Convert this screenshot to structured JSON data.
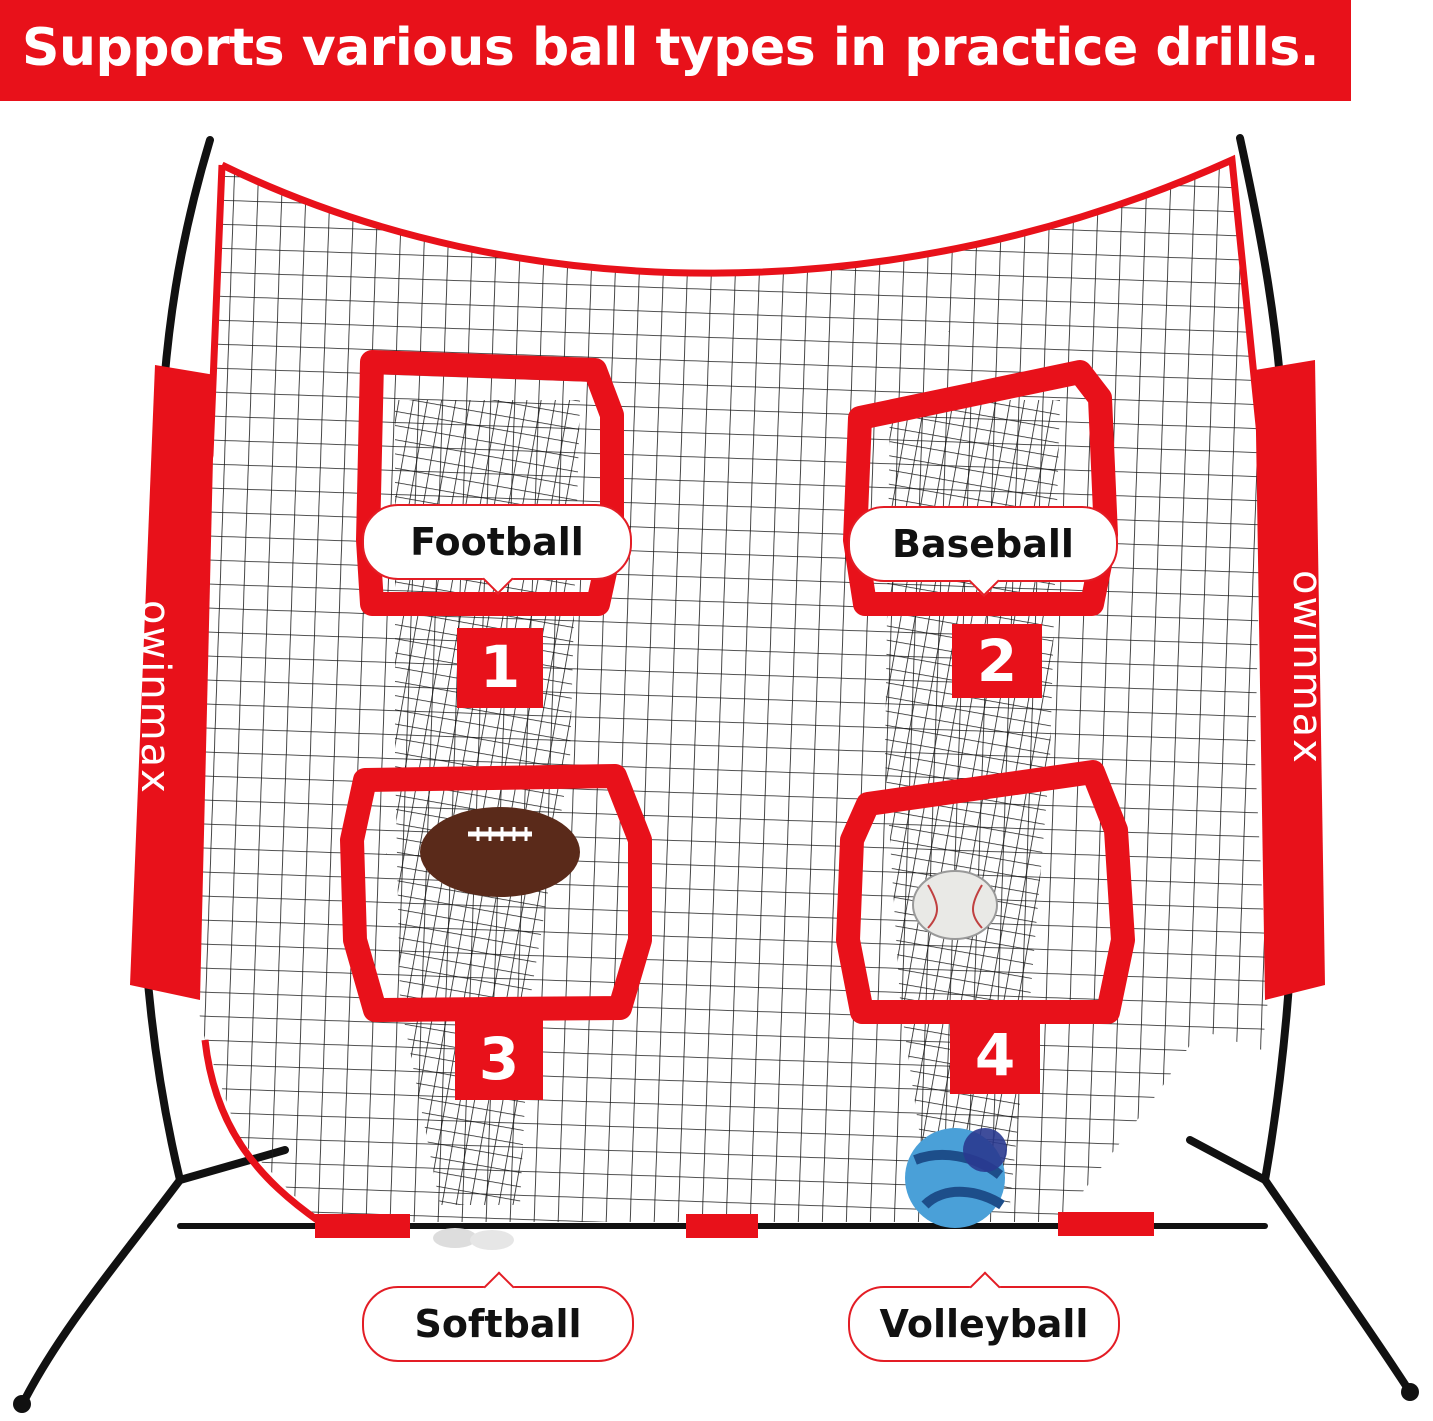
{
  "headline": "Supports various ball types in practice drills.",
  "brand": "owinmax",
  "targets": [
    {
      "number": "1",
      "ball_label": "Football"
    },
    {
      "number": "2",
      "ball_label": "Baseball"
    },
    {
      "number": "3",
      "ball_label": "Softball"
    },
    {
      "number": "4",
      "ball_label": "Volleyball"
    }
  ],
  "colors": {
    "accent_red": "#e8111a",
    "net": "#1a1a1a",
    "frame": "#111111",
    "background": "#ffffff"
  }
}
